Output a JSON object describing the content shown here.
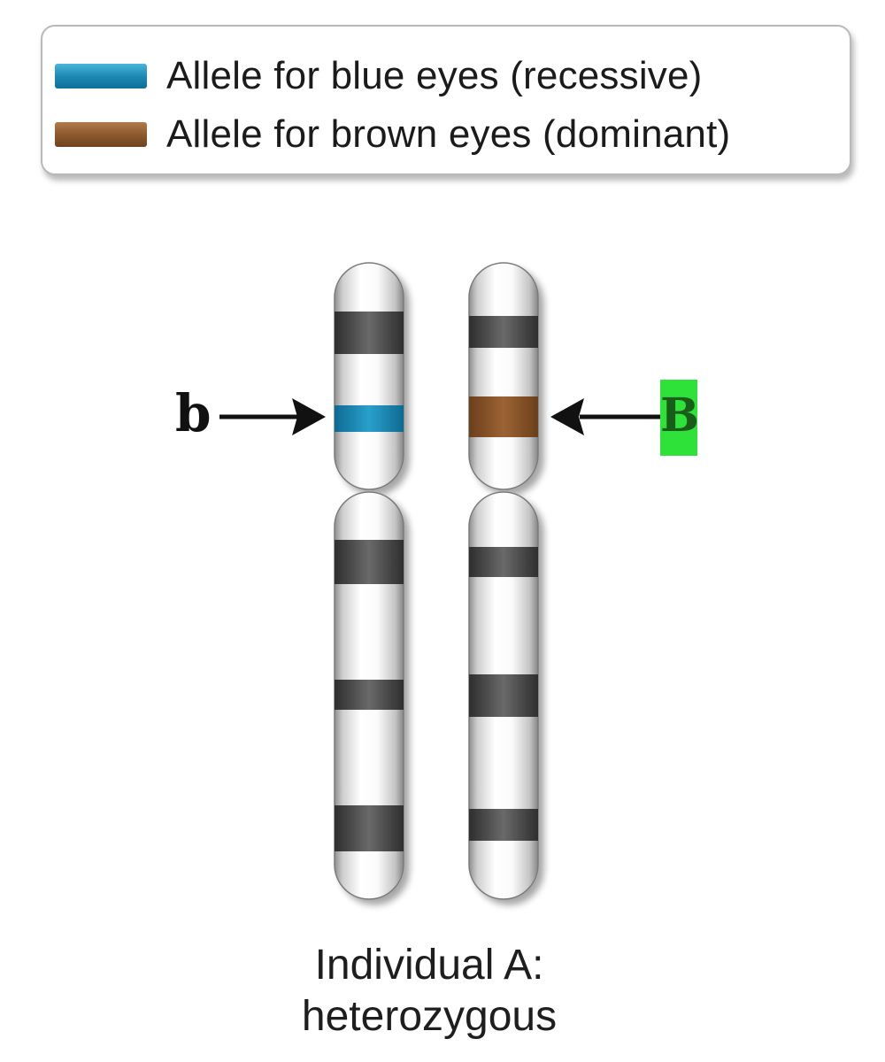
{
  "legend": {
    "items": [
      {
        "label": "Allele for blue eyes (recessive)",
        "color": "#1d8ab4"
      },
      {
        "label": "Allele for brown eyes (dominant)",
        "color": "#8d5a2f"
      }
    ]
  },
  "labels": {
    "left_allele": "b",
    "right_allele": "B"
  },
  "caption": {
    "line1": "Individual A:",
    "line2": "heterozygous"
  },
  "colors": {
    "dark_band": "#5a5a5a",
    "highlight": "#2ee23a"
  }
}
